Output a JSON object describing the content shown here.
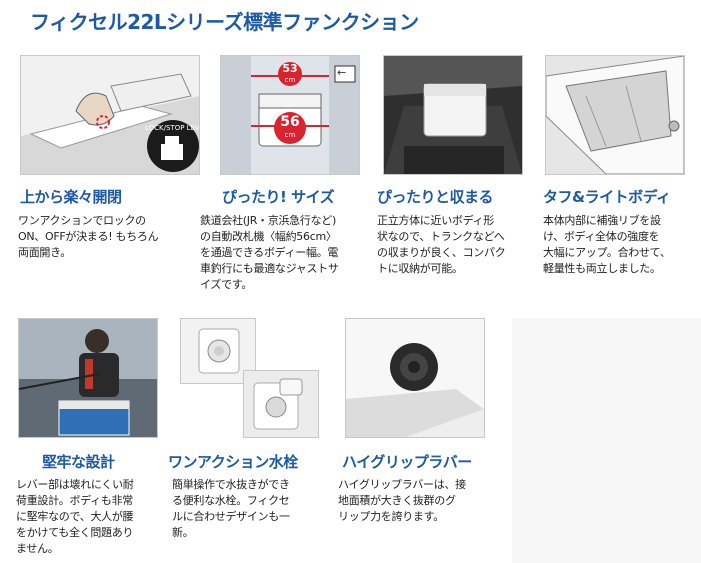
{
  "title": "フィクセル22Lシリーズ標準ファンクション",
  "features": [
    {
      "heading": "上から楽々開閉",
      "lines": [
        "ワンアクションでロックの",
        "ON、OFFが決まる! もちろん",
        "両面開き。"
      ],
      "image_label": "LOCK/STOP LEVER"
    },
    {
      "heading": "ぴったり! サイズ",
      "lines": [
        "鉄道会社(JR・京浜急行など)",
        "の自動改札機〈幅約56cm〉",
        "を通過できるボディー幅。電",
        "車釣行にも最適なジャストサ",
        "イズです。"
      ],
      "dim_top_value": "53",
      "dim_top_unit": "cm",
      "dim_bottom_value": "56",
      "dim_bottom_unit": "cm",
      "arrow_symbol": "←"
    },
    {
      "heading": "ぴったりと収まる",
      "lines": [
        "正立方体に近いボディ形",
        "状なので、トランクなどへ",
        "の収まりが良く、コンパク",
        "トに収納が可能。"
      ]
    },
    {
      "heading": "タフ&ライトボディ",
      "lines": [
        "本体内部に補強リブを設",
        "け、ボディ全体の強度を",
        "大幅にアップ。合わせて、",
        "軽量性も両立しました。"
      ]
    },
    {
      "heading": "堅牢な設計",
      "lines": [
        "レバー部は壊れにくい耐",
        "荷重設計。ボディも非常",
        "に堅牢なので、大人が腰",
        "をかけても全く問題あり",
        "ません。"
      ]
    },
    {
      "heading": "ワンアクション水栓",
      "lines": [
        "簡単操作で水抜きができ",
        "る便利な水栓。フィクセ",
        "ルに合わせデザインも一",
        "新。"
      ]
    },
    {
      "heading": "ハイグリップラバー",
      "lines": [
        "ハイグリップラバーは、接",
        "地面積が大きく抜群のグ",
        "リップ力を誇ります。"
      ]
    }
  ],
  "colors": {
    "accent": "#1d5aa6",
    "dimension_red": "#d9232e"
  }
}
